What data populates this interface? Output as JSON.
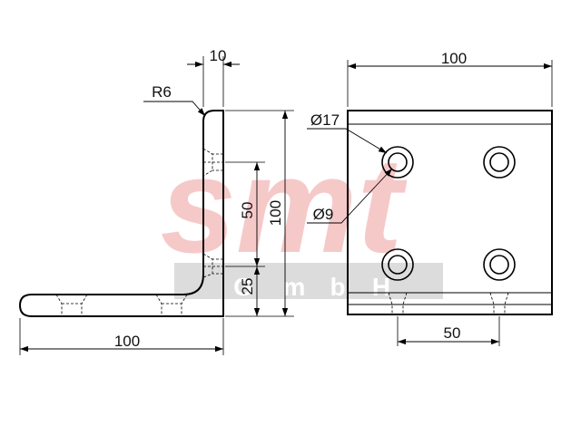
{
  "watermark": {
    "logo_text": "smt",
    "sub_letters": [
      "G",
      "m",
      "b",
      "H"
    ],
    "logo_color": "#f6c9c9",
    "bar_color": "#dcdcdc"
  },
  "dimensions": {
    "side_view": {
      "thickness": "10",
      "radius": "R6",
      "height": "100",
      "hole_spacing": "50",
      "hole_offset": "25",
      "length": "100"
    },
    "front_view": {
      "width": "100",
      "counterbore_diameter": "Ø17",
      "hole_diameter": "Ø9",
      "hole_spacing": "50"
    }
  }
}
